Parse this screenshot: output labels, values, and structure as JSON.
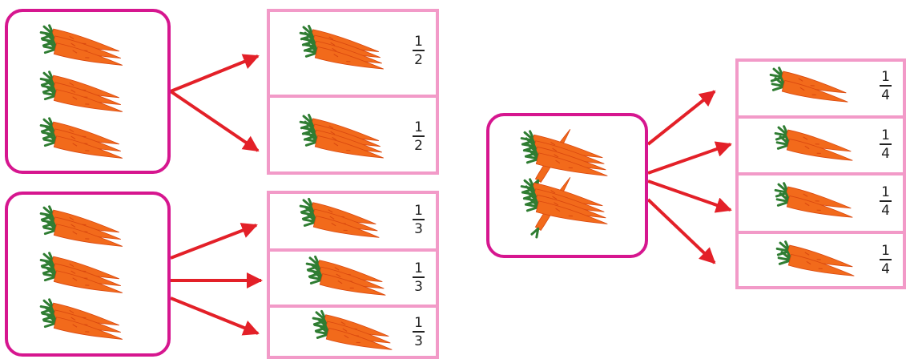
{
  "colors": {
    "source_border": "#d6168f",
    "target_border": "#f29ac8",
    "arrow": "#e32028",
    "carrot_body": "#f26a1b",
    "carrot_shade": "#d9480f",
    "carrot_top": "#2f7d32"
  },
  "icons": {
    "carrot": "carrot-icon",
    "arrow": "arrow-icon"
  },
  "groups": [
    {
      "id": "halves",
      "source_carrots": 9,
      "parts": [
        {
          "numerator": "1",
          "denominator": "2",
          "carrots": 4
        },
        {
          "numerator": "1",
          "denominator": "2",
          "carrots": 4
        }
      ]
    },
    {
      "id": "thirds",
      "source_carrots": 9,
      "parts": [
        {
          "numerator": "1",
          "denominator": "3",
          "carrots": 3
        },
        {
          "numerator": "1",
          "denominator": "3",
          "carrots": 3
        },
        {
          "numerator": "1",
          "denominator": "3",
          "carrots": 3
        }
      ]
    },
    {
      "id": "quarters",
      "source_carrots": 8,
      "parts": [
        {
          "numerator": "1",
          "denominator": "4",
          "carrots": 2
        },
        {
          "numerator": "1",
          "denominator": "4",
          "carrots": 2
        },
        {
          "numerator": "1",
          "denominator": "4",
          "carrots": 2
        },
        {
          "numerator": "1",
          "denominator": "4",
          "carrots": 2
        }
      ]
    }
  ]
}
